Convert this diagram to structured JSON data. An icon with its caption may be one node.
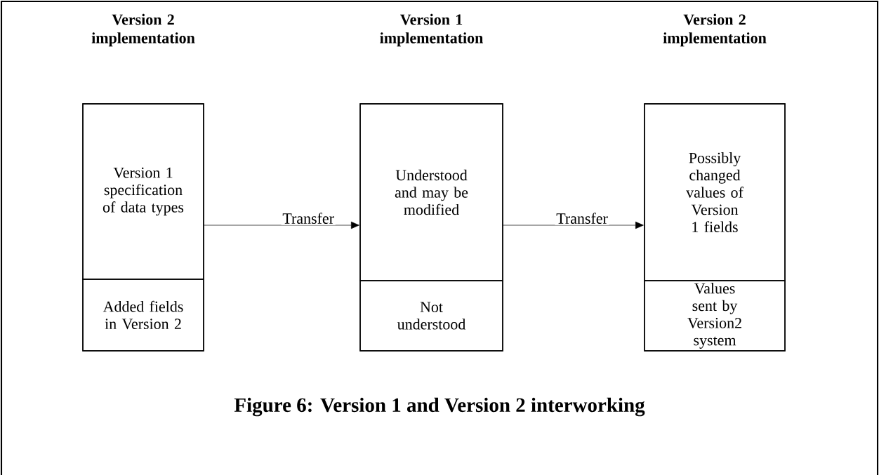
{
  "diagram": {
    "caption": "Figure 6: Version 1 and Version 2 interworking",
    "nodes": [
      {
        "text": [
          "Version 2 implementation"
        ]
      },
      {
        "text": [
          "Version 1 specification of data types"
        ],
        "in": 0
      },
      {
        "text": [
          "Added fields in Version 2"
        ],
        "in": 0
      },
      {
        "text": [
          "Version 1 implementation"
        ]
      },
      {
        "text": [
          "Understood and may be modified"
        ],
        "in": 3
      },
      {
        "text": [
          "Not understood"
        ],
        "in": 3
      },
      {
        "text": [
          "Version 2 implementation"
        ]
      },
      {
        "text": [
          "Possibly changed values of Version 1 fields"
        ],
        "in": 6
      },
      {
        "text": [
          "Values sent by Version2 system"
        ],
        "in": 6
      }
    ],
    "edges": [
      {
        "from": 1,
        "to": 4,
        "arrow": "to",
        "label": "Transfer"
      },
      {
        "from": 4,
        "to": 7,
        "arrow": "to",
        "label": "Transfer"
      }
    ]
  }
}
